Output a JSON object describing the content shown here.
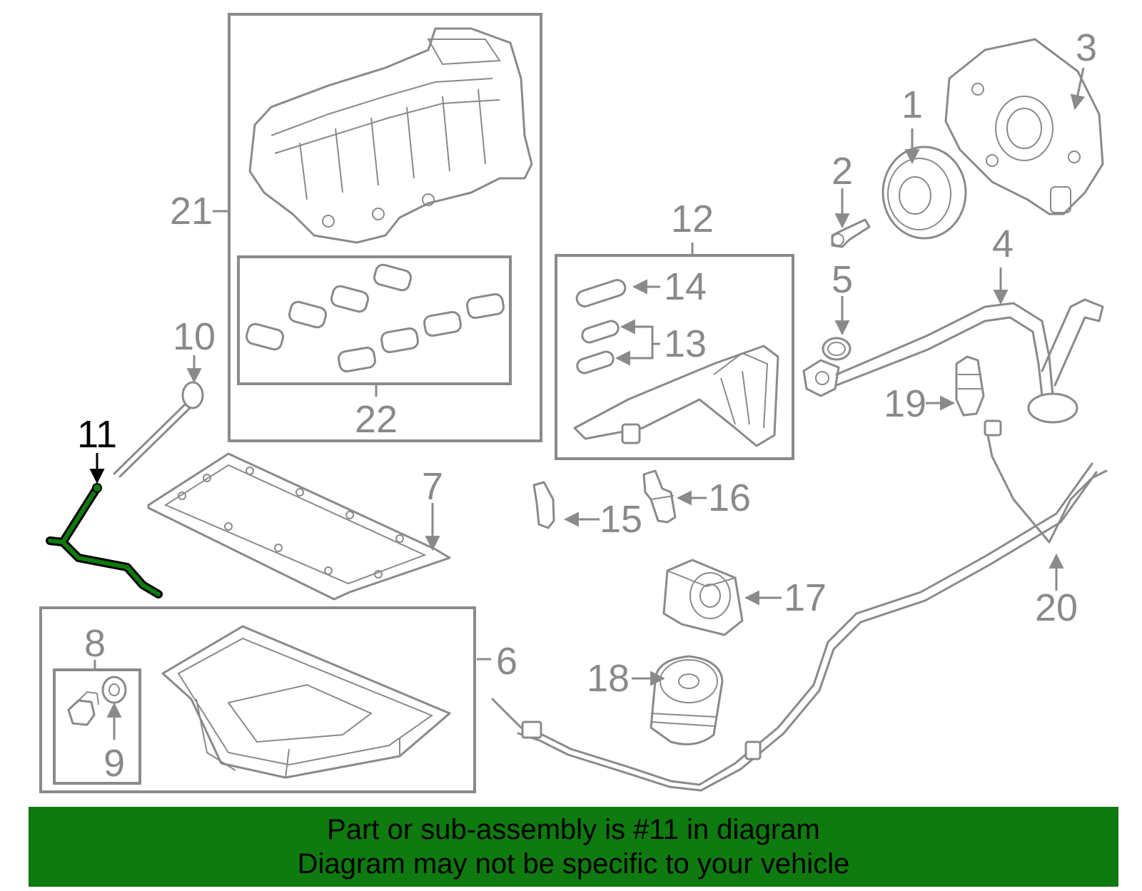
{
  "callouts": {
    "c1": "1",
    "c2": "2",
    "c3": "3",
    "c4": "4",
    "c5": "5",
    "c6": "6",
    "c7": "7",
    "c8": "8",
    "c9": "9",
    "c10": "10",
    "c11": "11",
    "c12": "12",
    "c13": "13",
    "c14": "14",
    "c15": "15",
    "c16": "16",
    "c17": "17",
    "c18": "18",
    "c19": "19",
    "c20": "20",
    "c21": "21",
    "c22": "22"
  },
  "highlight": {
    "part_number": "11",
    "color": "#0f7a0f"
  },
  "banner": {
    "line1": "Part or sub-assembly is #11 in diagram",
    "line2": "Diagram may not be specific to your vehicle",
    "background": "#0f7a0f"
  }
}
